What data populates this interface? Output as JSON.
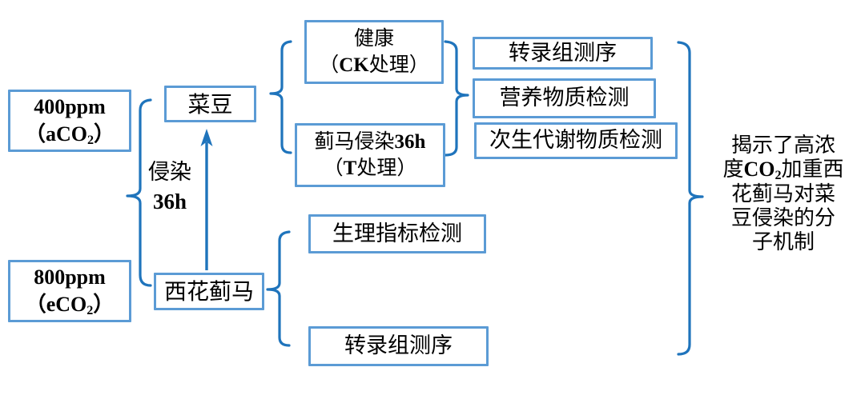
{
  "diagram": {
    "colors": {
      "box_border": "#5b9bd5",
      "line": "#1f74bc",
      "text": "#000000",
      "background": "#ffffff"
    },
    "co2_levels": [
      {
        "ppm": "400ppm",
        "paren_pre": "（a",
        "gas": "CO",
        "sub": "2",
        "paren_post": "）"
      },
      {
        "ppm": "800ppm",
        "paren_pre": "（e",
        "gas": "CO",
        "sub": "2",
        "paren_post": "）"
      }
    ],
    "infection_arrow_label": {
      "line1": "侵染",
      "line2": "36h"
    },
    "plant_box": "菜豆",
    "insect_box": "西花蓟马",
    "treatments": [
      {
        "name_cn": "健康",
        "name_num": "",
        "paren_pre": "（",
        "code": "CK",
        "paren_post": "处理）"
      },
      {
        "name_cn": "蓟马侵染",
        "name_num": "36h",
        "paren_pre": "（",
        "code": "T",
        "paren_post": "处理）"
      }
    ],
    "plant_assays": [
      "转录组测序",
      "营养物质检测",
      "次生代谢物质检测"
    ],
    "insect_assays": [
      "生理指标检测",
      "转录组测序"
    ],
    "conclusion": {
      "line1": "揭示了高浓",
      "line2_pre": "度",
      "line2_gas": "CO",
      "line2_sub": "2",
      "line2_post": "加重西",
      "line3": "花蓟马对菜",
      "line4": "豆侵染的分",
      "line5": "子机制"
    }
  }
}
